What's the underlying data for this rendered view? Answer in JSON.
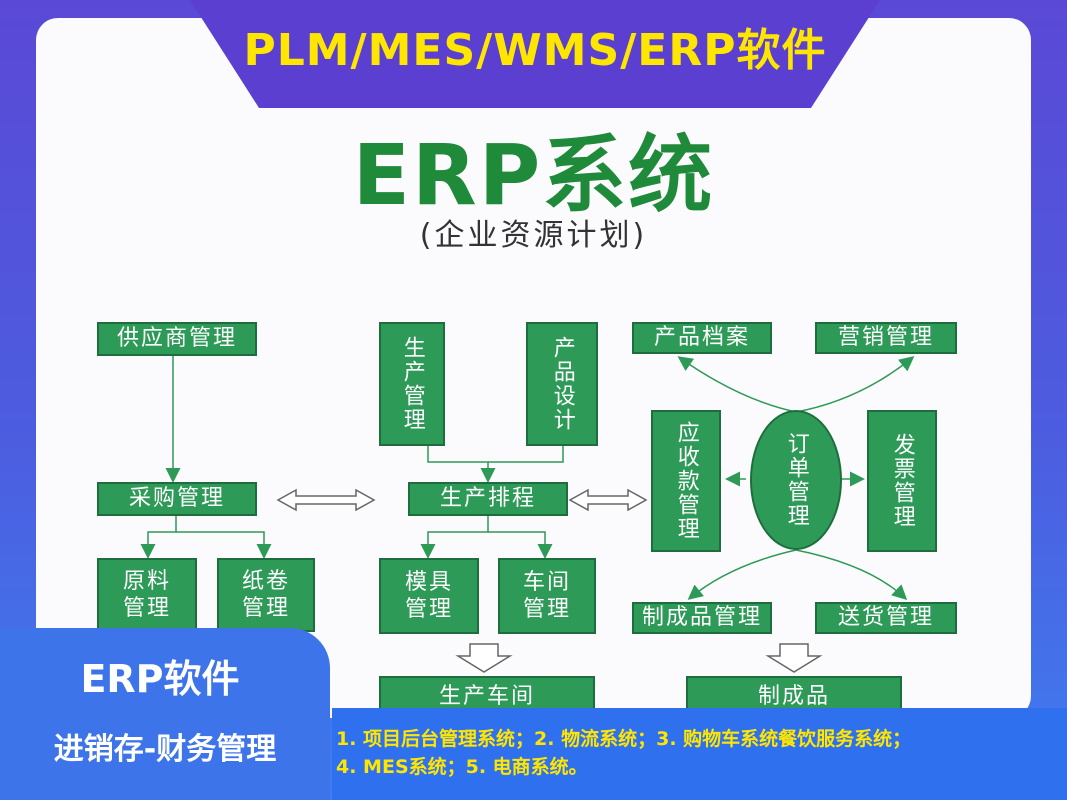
{
  "banner": {
    "title": "PLM/MES/WMS/ERP软件"
  },
  "heading": {
    "title": "ERP系统",
    "subtitle": "(企业资源计划)"
  },
  "diagram": {
    "nodes": {
      "supplier": "供应商管理",
      "procurement": "采购管理",
      "raw_material": "原料管理",
      "paper_roll": "纸卷管理",
      "production_mgmt": "生产管理",
      "product_design": "产品设计",
      "production_schedule": "生产排程",
      "mold": "模具管理",
      "workshop": "车间管理",
      "production_workshop": "生产车间",
      "product_archive": "产品档案",
      "marketing": "营销管理",
      "receivable": "应收款管理",
      "order": "订单管理",
      "invoice": "发票管理",
      "finished_goods_mgmt": "制成品管理",
      "delivery": "送货管理",
      "finished_goods": "制成品"
    }
  },
  "software": {
    "name": "ERP软件",
    "description": "进销存-财务管理",
    "features_line1": "1. 项目后台管理系统；2. 物流系统；3. 购物车系统餐饮服务系统；",
    "features_line2": "4. MES系统；5. 电商系统。"
  },
  "colors": {
    "node_green": "#2e9a57",
    "title_green": "#1f8a3a",
    "banner_purple": "#5b3fd0",
    "accent_yellow": "#ffe600"
  }
}
